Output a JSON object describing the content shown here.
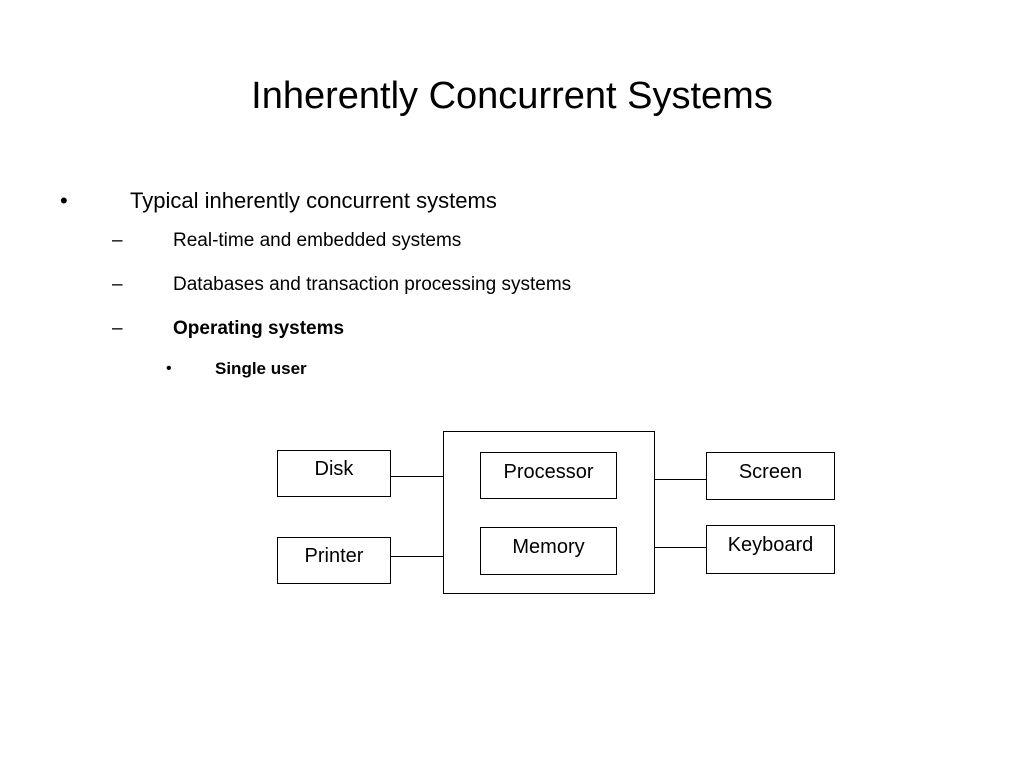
{
  "slide": {
    "title": "Inherently Concurrent Systems",
    "bullets": {
      "level1": {
        "marker": "•",
        "text": "Typical inherently concurrent systems"
      },
      "level2": [
        {
          "marker": "–",
          "text": "Real-time and embedded systems",
          "bold": false
        },
        {
          "marker": "–",
          "text": "Databases and transaction processing systems",
          "bold": false
        },
        {
          "marker": "–",
          "text": "Operating systems",
          "bold": true
        }
      ],
      "level3": {
        "marker": "•",
        "text": "Single user"
      }
    }
  },
  "diagram": {
    "left_devices": [
      "Disk",
      "Printer"
    ],
    "computer_parts": [
      "Processor",
      "Memory"
    ],
    "right_devices": [
      "Screen",
      "Keyboard"
    ]
  },
  "colors": {
    "background": "#ffffff",
    "text": "#000000",
    "lines": "#000000"
  }
}
